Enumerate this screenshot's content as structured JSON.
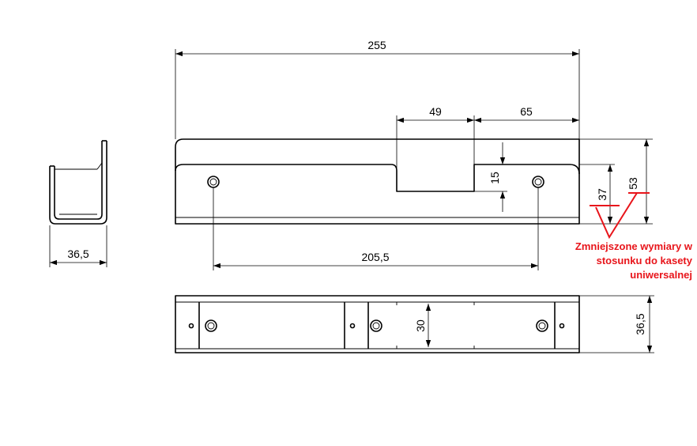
{
  "dimensions": {
    "overall_length": "255",
    "notch_width": "49",
    "notch_to_end": "65",
    "notch_depth": "15",
    "height_reduced": "37",
    "height_full": "53",
    "hole_spacing": "205,5",
    "section_width": "36,5",
    "top_view_inner": "30",
    "top_view_width": "36,5"
  },
  "note": {
    "line1": "Zmniejszone wymiary w",
    "line2": "stosunku do kasety",
    "line3": "uniwersalnej"
  },
  "colors": {
    "line": "#000000",
    "annotation": "#e8151b"
  }
}
